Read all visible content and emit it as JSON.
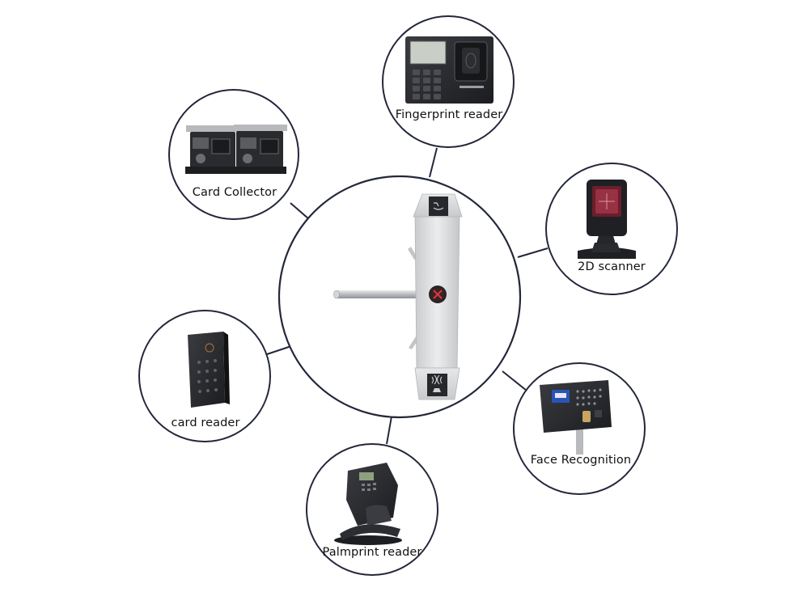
{
  "diagram": {
    "center": {
      "name": "tripod-turnstile"
    },
    "nodes": [
      {
        "id": "fingerprint",
        "label": "Fingerprint reader"
      },
      {
        "id": "card-collector",
        "label": "Card Collector"
      },
      {
        "id": "scanner",
        "label": "2D scanner"
      },
      {
        "id": "card-reader",
        "label": "card reader"
      },
      {
        "id": "face",
        "label": "Face Recognition"
      },
      {
        "id": "palmprint",
        "label": "Palmprint reader"
      }
    ]
  },
  "colors": {
    "ring": "#23273a",
    "steel": "#d9dbdd",
    "device_dark": "#2b2d31"
  }
}
